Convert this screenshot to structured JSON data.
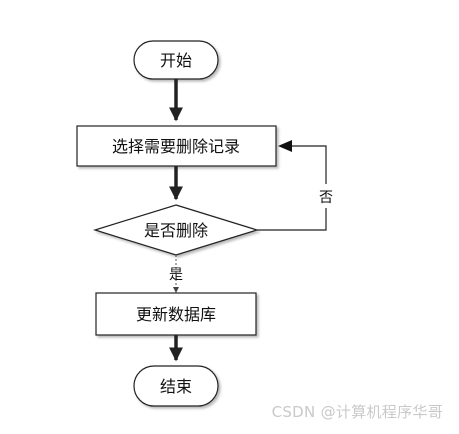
{
  "diagram": {
    "nodes": {
      "start": "开始",
      "select": "选择需要删除记录",
      "decision": "是否删除",
      "update": "更新数据库",
      "end": "结束"
    },
    "edges": {
      "yes": "是",
      "no": "否"
    }
  },
  "watermark": "CSDN @计算机程序华哥"
}
